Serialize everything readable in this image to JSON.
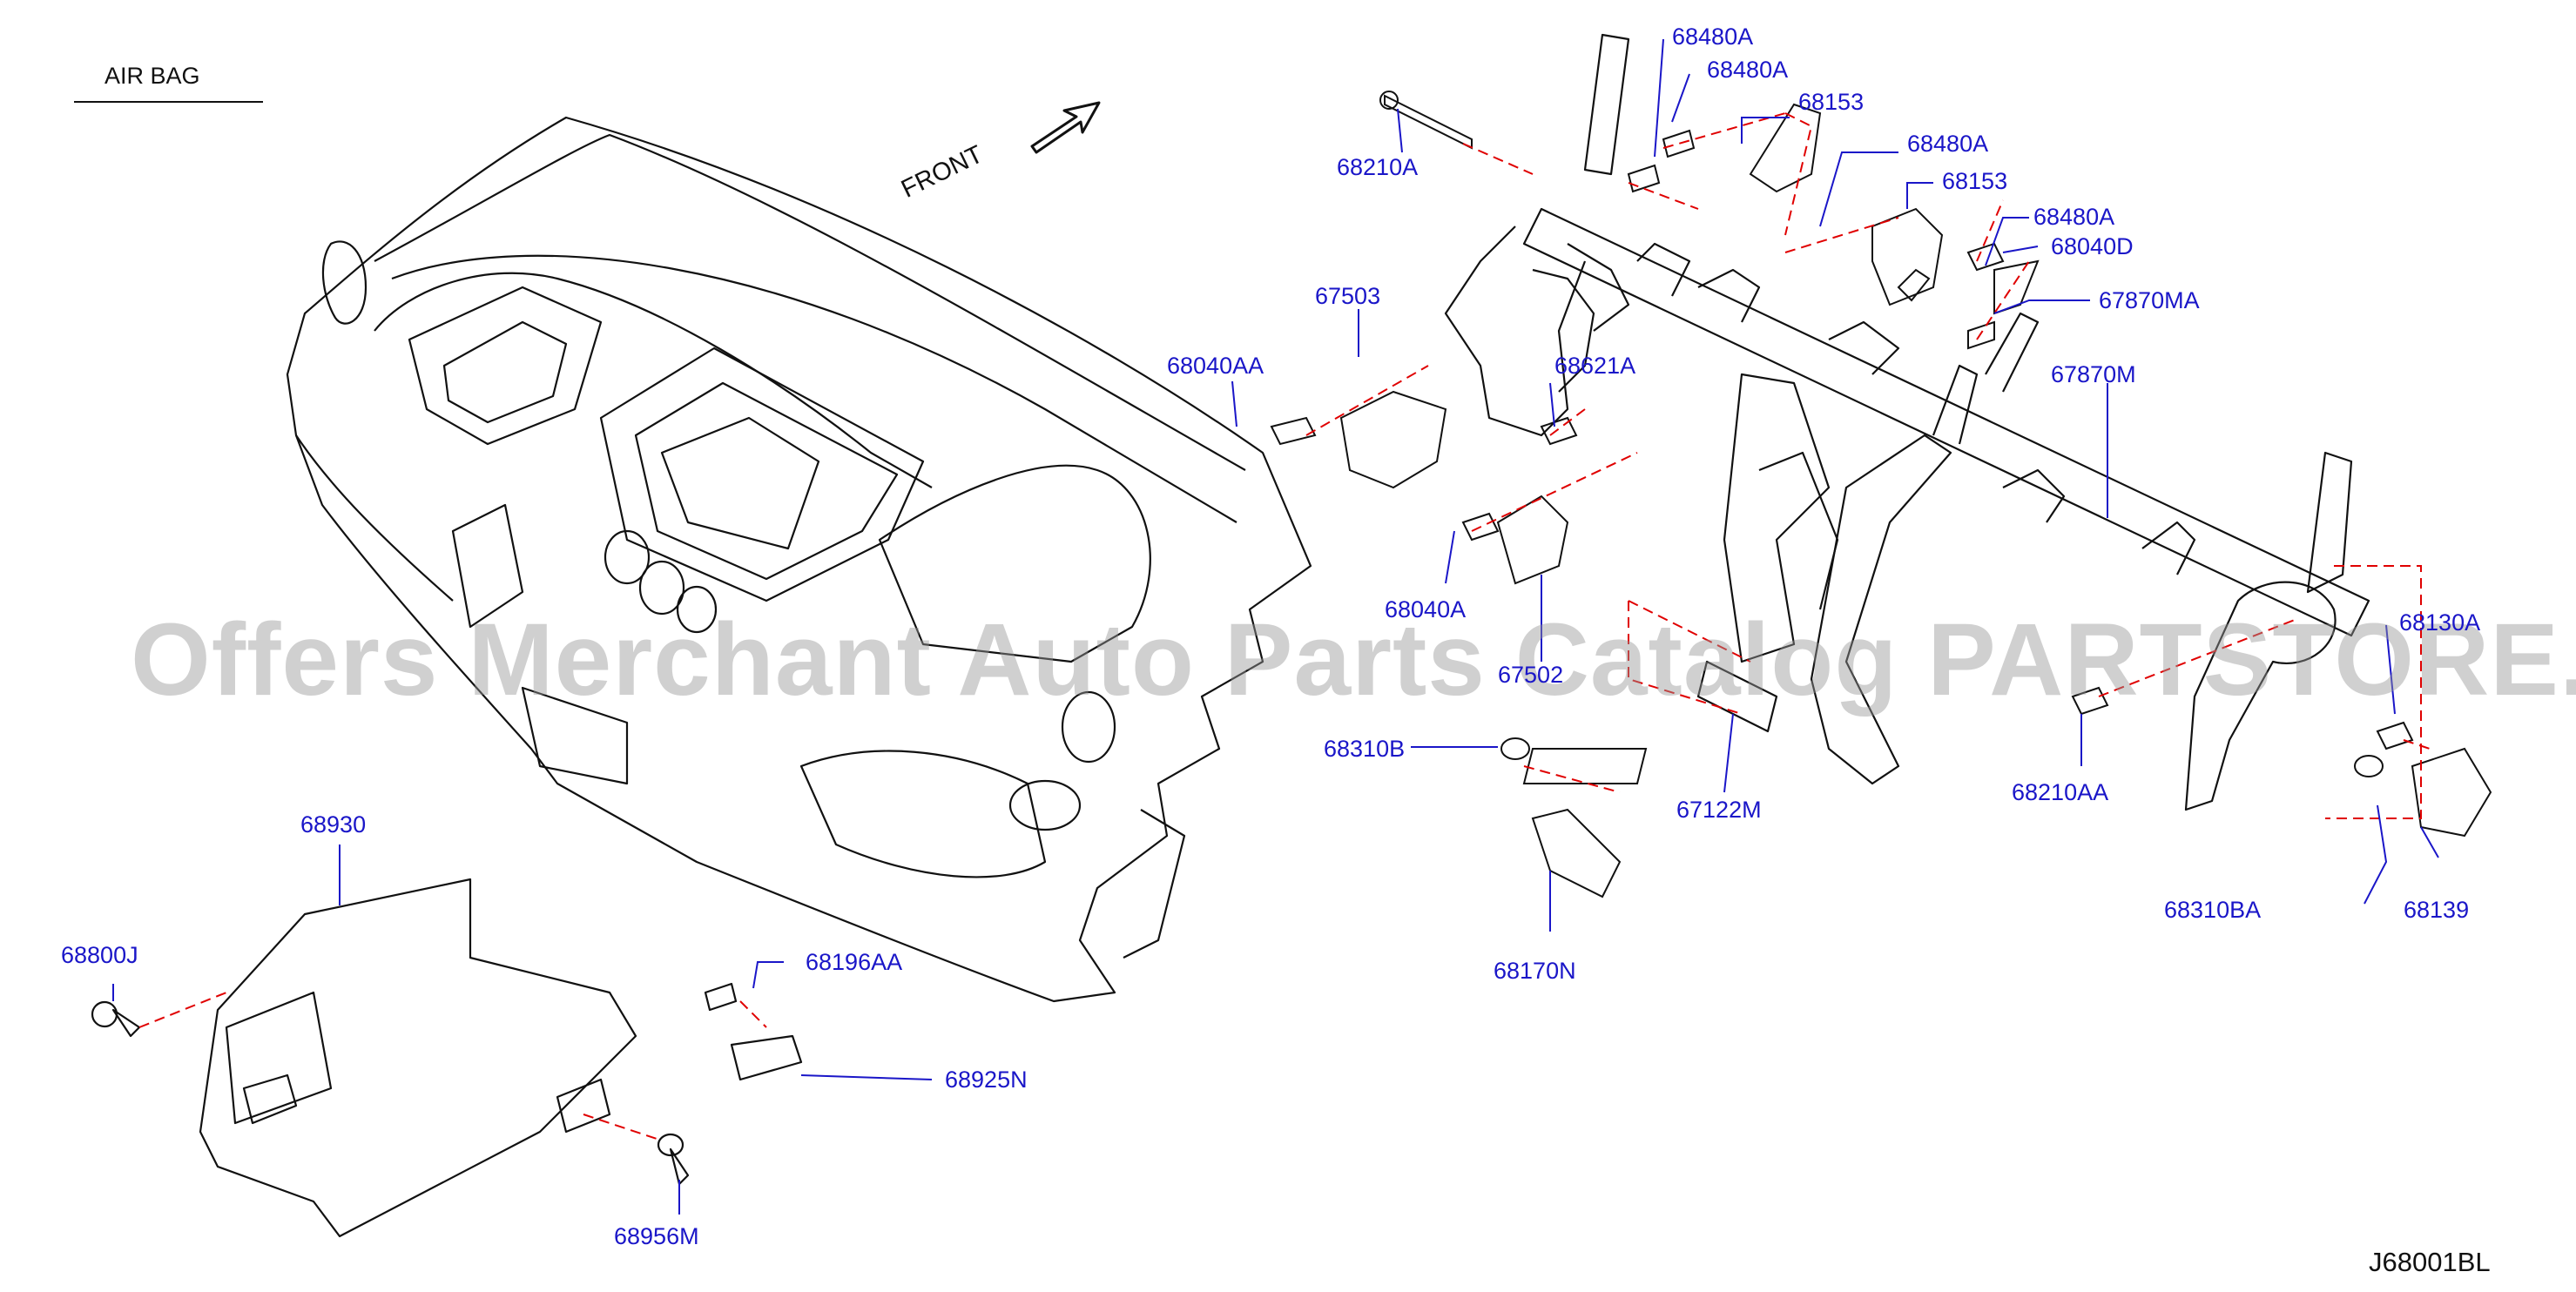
{
  "corner_label": "AIR   BAG",
  "front_label": "FRONT",
  "diagram_code": "J68001BL",
  "watermark": "Offers Merchant Auto Parts Catalog PARTSTORE.SA",
  "parts": {
    "p68480A_1": "68480A",
    "p68480A_2": "68480A",
    "p68153_1": "68153",
    "p68210A": "68210A",
    "p68480A_3": "68480A",
    "p68153_2": "68153",
    "p68480A_4": "68480A",
    "p68040D": "68040D",
    "p67870MA": "67870MA",
    "p67503": "67503",
    "p68040AA": "68040AA",
    "p68621A": "68621A",
    "p67870M": "67870M",
    "p68040A": "68040A",
    "p67502": "67502",
    "p68130A": "68130A",
    "p68310B": "68310B",
    "p67122M": "67122M",
    "p68210AA": "68210AA",
    "p68170N": "68170N",
    "p68310BA": "68310BA",
    "p68139": "68139",
    "p68930": "68930",
    "p68800J": "68800J",
    "p68196AA": "68196AA",
    "p68925N": "68925N",
    "p68956M": "68956M"
  },
  "colors": {
    "label": "#1a16c8",
    "line": "#111111",
    "dash": "#e00000",
    "watermark": "#969696"
  }
}
